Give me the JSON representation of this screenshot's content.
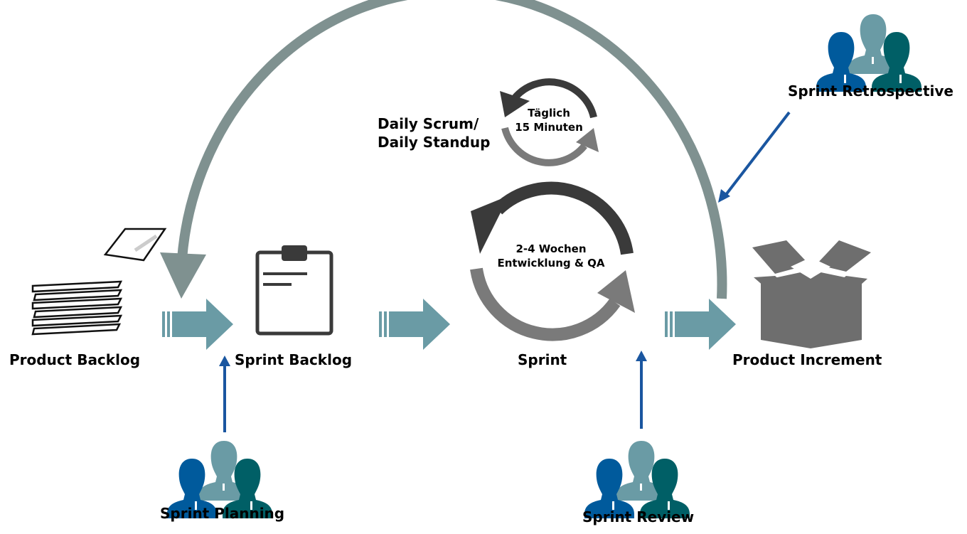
{
  "labels": {
    "product_backlog": "Product Backlog",
    "sprint_backlog": "Sprint Backlog",
    "sprint": "Sprint",
    "product_increment": "Product Increment",
    "sprint_planning": "Sprint Planning",
    "sprint_review": "Sprint Review",
    "sprint_retrospective": "Sprint Retrospective",
    "daily_scrum_line1": "Daily Scrum/",
    "daily_scrum_line2": "Daily Standup",
    "daily_cycle_line1": "Täglich",
    "daily_cycle_line2": "15 Minuten",
    "sprint_cycle_line1": "2-4 Wochen",
    "sprint_cycle_line2": "Entwicklung & QA"
  },
  "colors": {
    "flow_arrow": "#6a9ba5",
    "feedback_arc": "#7f9190",
    "cycle_dark": "#3a3a3a",
    "cycle_light": "#7a7a7a",
    "event_arrow": "#1a56a0",
    "person_blue": "#005a9c",
    "person_light": "#6a9ba5",
    "person_teal": "#005f66"
  }
}
